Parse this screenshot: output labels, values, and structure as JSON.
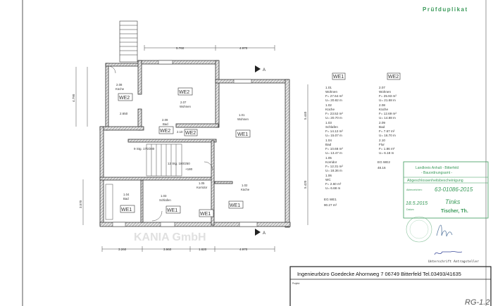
{
  "header": {
    "stamp_title": "Prüfduplikat"
  },
  "plan": {
    "dimensions": {
      "top": [
        "5.760",
        "4.970"
      ],
      "bottom": [
        "3.260",
        "3.960",
        "1.620",
        "4.970"
      ],
      "left": [
        "4.790",
        "3.570"
      ],
      "right": [
        "5.440",
        "5.420"
      ],
      "inner": "2.650"
    },
    "rooms": [
      {
        "no": "2.08",
        "name": "Küche",
        "unit": "WE2"
      },
      {
        "no": "2.07",
        "name": "Wohnen",
        "unit": "WE2"
      },
      {
        "no": "2.09",
        "name": "Bad",
        "unit": "WE2"
      },
      {
        "no": "2.10",
        "name": "",
        "unit": "WE2"
      },
      {
        "no": "1.01",
        "name": "Wohnen",
        "unit": "WE1"
      },
      {
        "no": "1.04",
        "name": "Bad",
        "unit": "WE1"
      },
      {
        "no": "1.03",
        "name": "Schlafen",
        "unit": "WE1"
      },
      {
        "no": "1.05",
        "name": "Korridor",
        "unit": "WE1"
      },
      {
        "no": "1.02",
        "name": "Küche",
        "unit": "WE1"
      }
    ],
    "stairs": [
      "9 Stg. 170/280",
      "12 Stg. 180/250",
      "+180"
    ],
    "section_label": "A",
    "watermark": "KANIA GmbH"
  },
  "areas": {
    "we1": {
      "title": "WE1",
      "rows": [
        {
          "no": "1.01",
          "name": "Wohnen",
          "f": "F= 27.64 m²",
          "u": "U= 20.82 m"
        },
        {
          "no": "1.02",
          "name": "Küche",
          "f": "F= 23.52 m²",
          "u": "U= 20.70 m"
        },
        {
          "no": "1.03",
          "name": "Schlafen",
          "f": "F= 14.12 m²",
          "u": "U= 15.07 m"
        },
        {
          "no": "1.04",
          "name": "Bad",
          "f": "F= 10.68 m²",
          "u": "U= 13.47 m"
        },
        {
          "no": "1.05",
          "name": "Korridor",
          "f": "F= 12.31 m²",
          "u": "U= 18.36 m"
        },
        {
          "no": "1.06",
          "name": "WC",
          "f": "F= 2.60 m²",
          "u": "U= 6.68 m"
        }
      ],
      "total_label": "EG WE1",
      "total": "90.27 m²"
    },
    "we2": {
      "title": "WE2",
      "rows": [
        {
          "no": "2.07",
          "name": "Wohnen",
          "f": "F= 25.93 m²",
          "u": "U= 21.68 m"
        },
        {
          "no": "2.08",
          "name": "Küche",
          "f": "F= 12.69 m²",
          "u": "U= 14.88 m"
        },
        {
          "no": "2.09",
          "name": "Bad",
          "f": "F= 7.67 m²",
          "u": "U= 16.70 m"
        },
        {
          "no": "2.10",
          "name": "Flur",
          "f": "F= 1.86 m²",
          "u": "U= 6.18 m"
        }
      ],
      "total_label": "EG WE2",
      "total": "48.16"
    }
  },
  "stamp": {
    "authority": "Landkreis Anhalt - Bitterfeld",
    "office": "- Bauordnungsamt -",
    "title": "Abgeschlossenheitsbescheinigung",
    "ref_label": "Aktenzeichen:",
    "ref": "63-01086-2015",
    "date": "18.5.2015",
    "date_label": "Datum",
    "name": "Tischer, Th.",
    "signature": "Tinks"
  },
  "applicant": {
    "signature_label": "Unterschrift Antragsteller"
  },
  "title_block": {
    "firm": "Ingenieurbüro Goedecke  Ahornweg 7  06749 Bitterfeld  Tel.03493/41635",
    "project_label": "Projekt:",
    "handwritten": "RG-1.2"
  },
  "colors": {
    "stamp_green": "#3a9a5a",
    "line": "#333333"
  }
}
